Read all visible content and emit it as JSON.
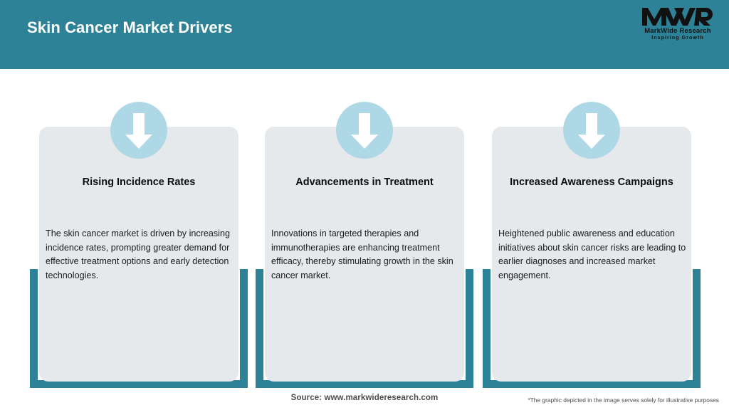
{
  "header": {
    "title": "Skin Cancer Market Drivers",
    "background_color": "#2E8298",
    "title_color": "#FFFFFF"
  },
  "logo": {
    "mark": "MWR",
    "name": "MarkWide Research",
    "tagline": "Inspiring Growth",
    "color": "#111111"
  },
  "cards": [
    {
      "icon": "down-arrow-icon",
      "title": "Rising Incidence Rates",
      "body": "The skin cancer market is driven by increasing incidence rates, prompting greater demand for effective treatment options and early detection technologies."
    },
    {
      "icon": "down-arrow-icon",
      "title": "Advancements in Treatment",
      "body": "Innovations in targeted therapies and immunotherapies are enhancing treatment efficacy, thereby stimulating growth in the skin cancer market."
    },
    {
      "icon": "down-arrow-icon",
      "title": "Increased Awareness Campaigns",
      "body": "Heightened public awareness and education initiatives about skin cancer risks are leading to earlier diagnoses and increased market engagement."
    }
  ],
  "footer": {
    "source": "Source: www.markwideresearch.com",
    "disclaimer": "*The graphic depicted in the image serves solely for illustrative purposes"
  },
  "colors": {
    "teal": "#2E8298",
    "card_background": "#E6E9EB",
    "badge_circle": "#AFD8E6",
    "arrow": "#FFFFFF",
    "page_background": "#FFFFFF"
  }
}
